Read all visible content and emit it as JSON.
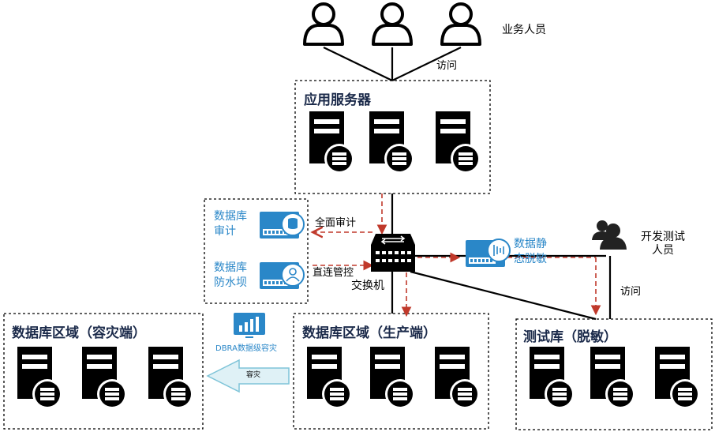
{
  "users": {
    "label": "业务人员",
    "access": "访问"
  },
  "app_servers": {
    "title": "应用服务器"
  },
  "audit": {
    "label_line1": "数据库",
    "label_line2": "审计",
    "flow": "全面审计"
  },
  "firewall": {
    "label_line1": "数据库",
    "label_line2": "防水坝",
    "flow": "直连管控"
  },
  "switch": {
    "label": "交换机"
  },
  "masking": {
    "label_line1": "数据静",
    "label_line2": "态脱敏"
  },
  "devtest": {
    "label_line1": "开发测试",
    "label_line2": "人员",
    "access": "访问"
  },
  "dr_zone": {
    "title": "数据库区域（容灾端）"
  },
  "dbra": {
    "label": "DBRA数据级容灾",
    "arrow_text": "容灾"
  },
  "prod_zone": {
    "title": "数据库区域（生产端）"
  },
  "test_zone": {
    "title": "测试库（脱敏）"
  },
  "colors": {
    "accent_blue": "#2a87c8",
    "flow_red": "#c0392b",
    "title_navy": "#1b2a4a"
  }
}
